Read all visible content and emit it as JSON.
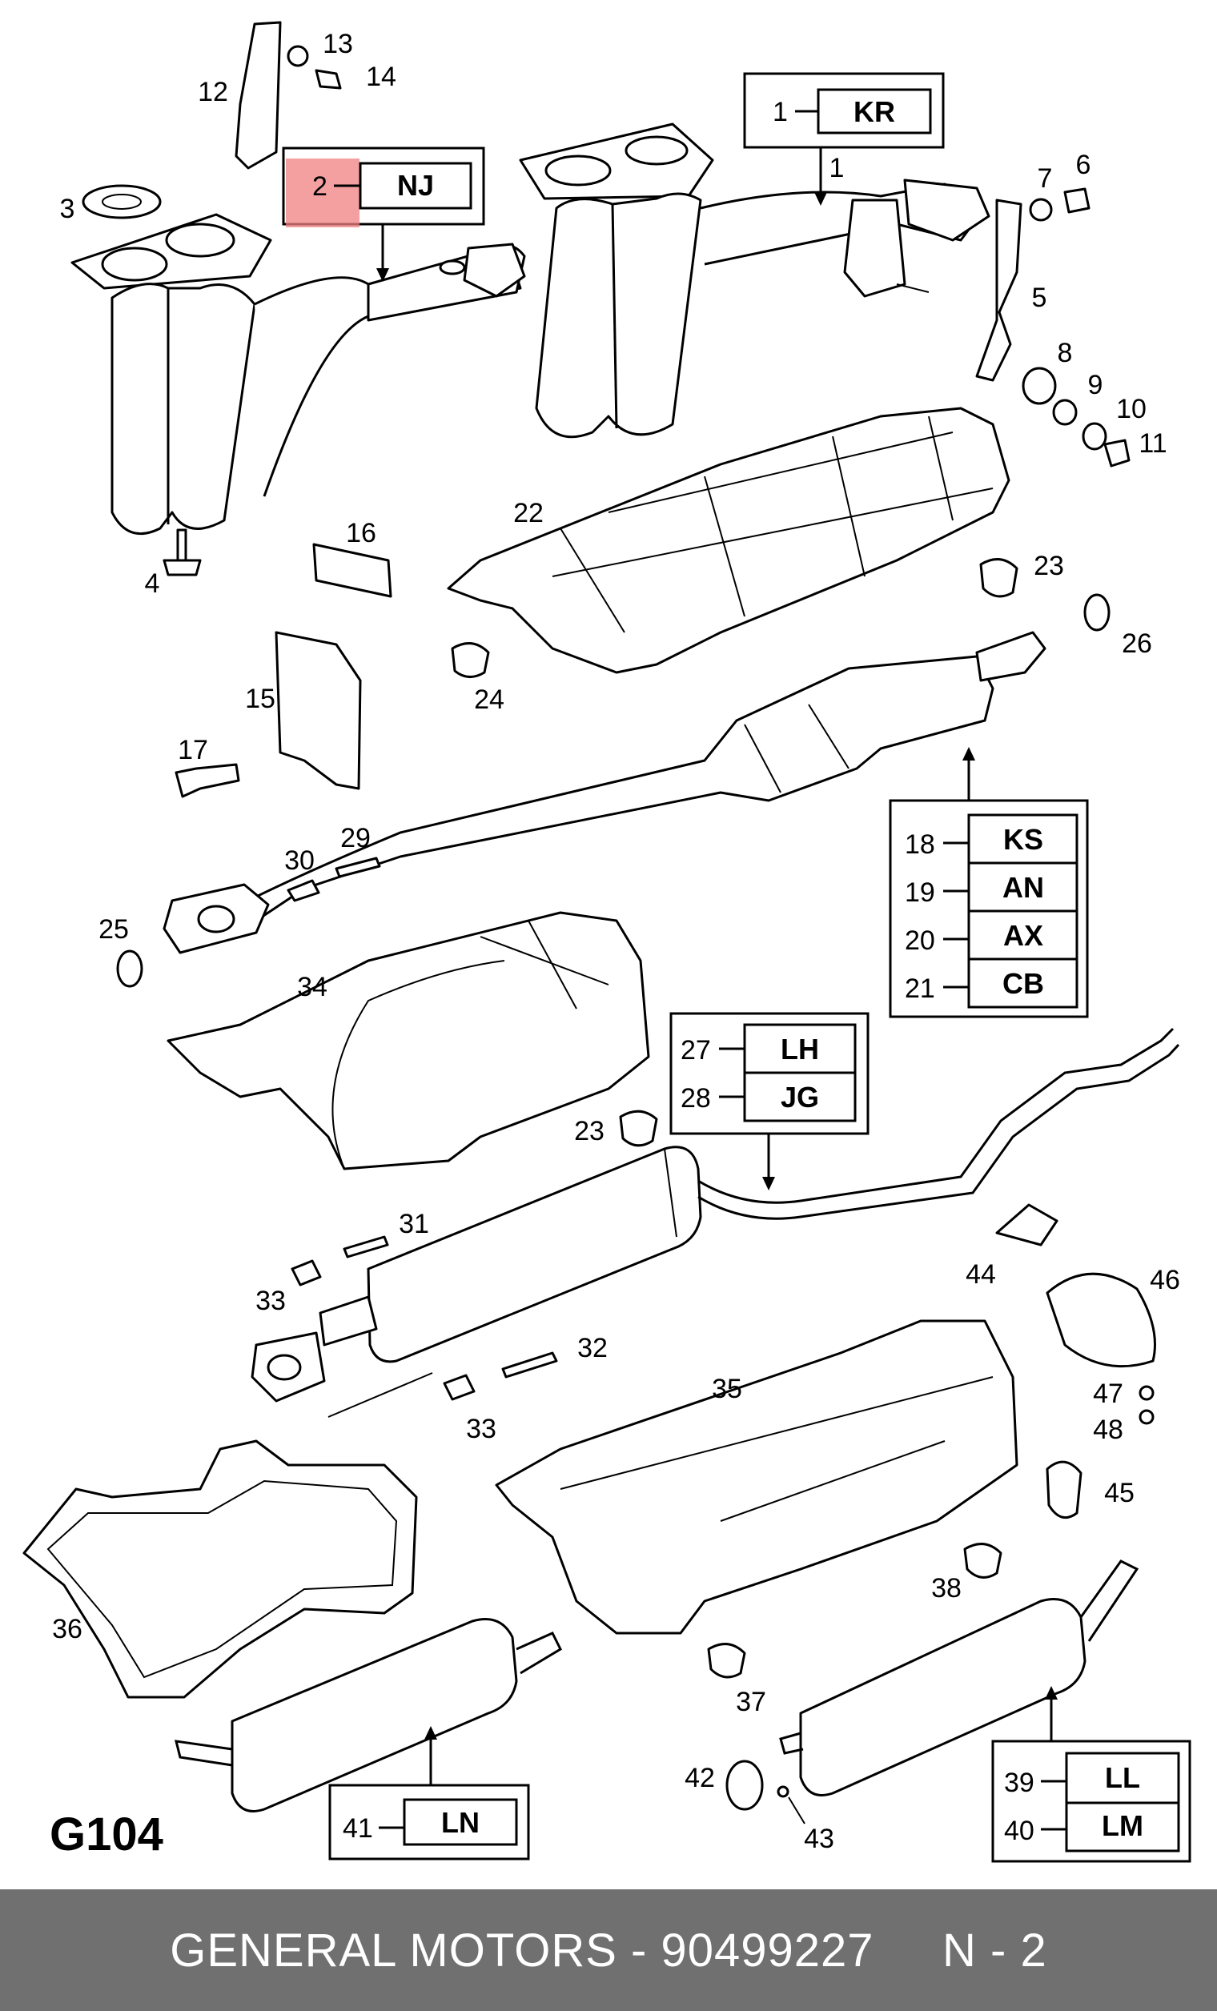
{
  "figure_label": "G104",
  "footer": {
    "text": "GENERAL MOTORS - 90499227     N - 2"
  },
  "highlight_color": "#f08080",
  "part_numbers": [
    "1",
    "2",
    "3",
    "4",
    "5",
    "6",
    "7",
    "8",
    "9",
    "10",
    "11",
    "12",
    "13",
    "14",
    "15",
    "16",
    "17",
    "18",
    "19",
    "20",
    "21",
    "22",
    "23",
    "23",
    "24",
    "25",
    "26",
    "27",
    "28",
    "29",
    "30",
    "31",
    "32",
    "33",
    "33",
    "34",
    "35",
    "36",
    "37",
    "38",
    "39",
    "40",
    "41",
    "42",
    "43",
    "44",
    "45",
    "46",
    "47",
    "48"
  ],
  "code_boxes": {
    "kr": {
      "num": "1",
      "code": "KR"
    },
    "nj": {
      "num": "2",
      "code": "NJ"
    },
    "cat": [
      {
        "num": "18",
        "code": "KS"
      },
      {
        "num": "19",
        "code": "AN"
      },
      {
        "num": "20",
        "code": "AX"
      },
      {
        "num": "21",
        "code": "CB"
      }
    ],
    "mid": [
      {
        "num": "27",
        "code": "LH"
      },
      {
        "num": "28",
        "code": "JG"
      }
    ],
    "ln": {
      "num": "41",
      "code": "LN"
    },
    "rear": [
      {
        "num": "39",
        "code": "LL"
      },
      {
        "num": "40",
        "code": "LM"
      }
    ]
  }
}
